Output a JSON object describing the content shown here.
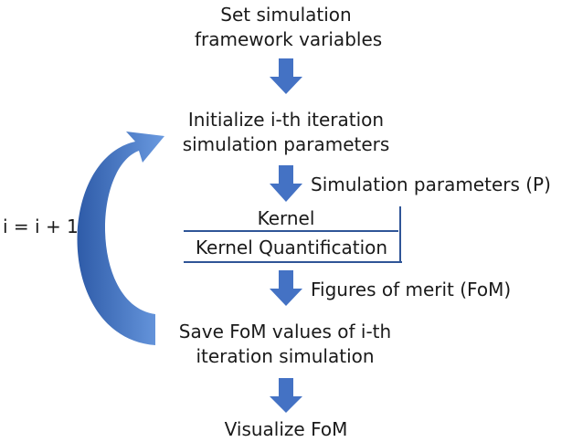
{
  "steps": {
    "set_vars": {
      "line1": "Set simulation",
      "line2": "framework variables"
    },
    "init_iter": {
      "line1": "Initialize i-th iteration",
      "line2": "simulation parameters"
    },
    "kernel_title": "Kernel",
    "kernel_quant": "Kernel Quantification",
    "save_fom": {
      "line1": "Save FoM values of i-th",
      "line2": "iteration simulation"
    },
    "visualize": "Visualize FoM"
  },
  "labels": {
    "sim_params": "Simulation parameters (P)",
    "figures_of_merit": "Figures of merit (FoM)",
    "loop": "i = i + 1"
  },
  "colors": {
    "arrow": "#4472c4",
    "line": "#2f5597",
    "loop_light": "#5b8fd6",
    "loop_dark": "#2e5ba8"
  }
}
